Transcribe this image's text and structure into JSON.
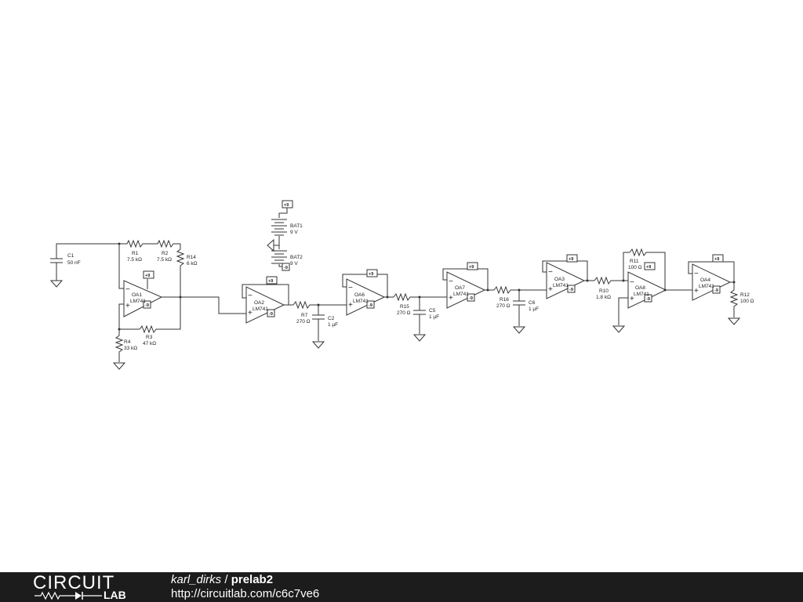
{
  "footer": {
    "logo_top": "CIRCUIT",
    "logo_bottom": "LAB",
    "user": "karl_dirks",
    "separator": " / ",
    "circuit_name": "prelab2",
    "url": "http://circuitlab.com/c6c7ve6"
  },
  "components": {
    "C1": {
      "name": "C1",
      "value": "50 nF"
    },
    "R1": {
      "name": "R1",
      "value": "7.5 kΩ"
    },
    "R2": {
      "name": "R2",
      "value": "7.5 kΩ"
    },
    "R14": {
      "name": "R14",
      "value": "6 kΩ"
    },
    "R3": {
      "name": "R3",
      "value": "47 kΩ"
    },
    "R4": {
      "name": "R4",
      "value": "33 kΩ"
    },
    "BAT1": {
      "name": "BAT1",
      "value": "9 V"
    },
    "BAT2": {
      "name": "BAT2",
      "value": "9 V"
    },
    "R7": {
      "name": "R7",
      "value": "270 Ω"
    },
    "C2": {
      "name": "C2",
      "value": "1 µF"
    },
    "R15": {
      "name": "R15",
      "value": "270 Ω"
    },
    "C5": {
      "name": "C5",
      "value": "1 µF"
    },
    "R16": {
      "name": "R16",
      "value": "270 Ω"
    },
    "C6": {
      "name": "C6",
      "value": "1 µF"
    },
    "R10": {
      "name": "R10",
      "value": "1.8 kΩ"
    },
    "R11": {
      "name": "R11",
      "value": "100 Ω"
    },
    "R12": {
      "name": "R12",
      "value": "100 Ω"
    }
  },
  "opamps": {
    "OA1": {
      "name": "OA1",
      "model": "LM741",
      "vpos": "+9",
      "vneg": "-9"
    },
    "OA2": {
      "name": "OA2",
      "model": "LM741",
      "vpos": "+9",
      "vneg": "-9"
    },
    "OA6": {
      "name": "OA6",
      "model": "LM741",
      "vpos": "+9",
      "vneg": "-9"
    },
    "OA7": {
      "name": "OA7",
      "model": "LM741",
      "vpos": "+9",
      "vneg": "-9"
    },
    "OA3": {
      "name": "OA3",
      "model": "LM741",
      "vpos": "+9",
      "vneg": "-9"
    },
    "OA8": {
      "name": "OA8",
      "model": "LM741",
      "vpos": "+9",
      "vneg": "-9"
    },
    "OA4": {
      "name": "OA4",
      "model": "LM741",
      "vpos": "+9",
      "vneg": "-9"
    }
  },
  "supply_labels": {
    "bat_top": "+9",
    "bat_bottom": "-9"
  },
  "signs": {
    "minus": "−",
    "plus": "+"
  }
}
